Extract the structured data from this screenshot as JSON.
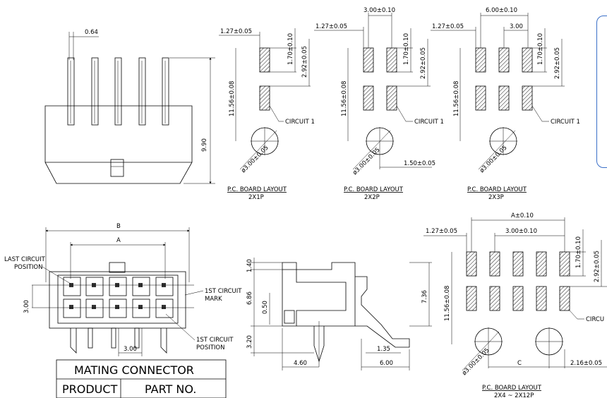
{
  "connector_side_view": {
    "pin_width": "0.64",
    "height": "9.90"
  },
  "layout_2x1": {
    "pitch_offset": "1.27±0.05",
    "pad_length": "1.70±0.10",
    "pad_span": "2.92±0.05",
    "row_to_hole": "11.56±0.08",
    "circuit_label": "CIRCUIT 1",
    "hole_dia": "ø3.00±0.05",
    "title": "P.C. BOARD LAYOUT",
    "subtitle": "2X1P"
  },
  "layout_2x2": {
    "pitch": "3.00±0.10",
    "pitch_offset": "1.27±0.05",
    "pad_length": "1.70±0.10",
    "pad_span": "2.92±0.05",
    "row_to_hole": "11.56±0.08",
    "circuit_label": "CIRCUIT 1",
    "hole_dia": "ø3.00±0.05",
    "hole_offset": "1.50±0.05",
    "title": "P.C. BOARD LAYOUT",
    "subtitle": "2X2P"
  },
  "layout_2x3": {
    "total_pitch": "6.00±0.10",
    "pitch": "3.00",
    "pitch_offset": "1.27±0.05",
    "pad_length": "1.70±0.10",
    "pad_span": "2.92±0.05",
    "row_to_hole": "11.56±0.08",
    "circuit_label": "CIRCUIT 1",
    "hole_dia": "ø3.00±0.05",
    "title": "P.C. BOARD LAYOUT",
    "subtitle": "2X3P"
  },
  "front_view": {
    "dim_b": "B",
    "dim_a": "A",
    "last_circuit_line1": "LAST CIRCUIT",
    "last_circuit_line2": "POSITION",
    "first_circuit_mark_line1": "1ST CIRCUIT",
    "first_circuit_mark_line2": "MARK",
    "first_circuit_pos_line1": "1ST CIRCUIT",
    "first_circuit_pos_line2": "POSITION",
    "row_pitch": "3.00",
    "col_pitch": "3.00"
  },
  "mating_table": {
    "title": "MATING CONNECTOR",
    "col1": "PRODUCT",
    "col2": "PART NO."
  },
  "section_view": {
    "top": "1.40",
    "body": "6.86",
    "latch": "0.50",
    "height": "7.36",
    "tail": "3.20",
    "tail_offset": "1.35",
    "peg_x": "4.60",
    "depth": "6.00"
  },
  "layout_2x4": {
    "dim_a": "A±0.10",
    "pitch_offset": "1.27±0.05",
    "pitch": "3.00±0.10",
    "pad_length": "1.70±0.10",
    "pad_span": "2.92±0.05",
    "row_to_hole": "11.56±0.08",
    "circuit_label": "CIRCU",
    "hole_dia": "ø3.00±0.05",
    "dim_c": "C",
    "edge_offset": "2.16±0.05",
    "title": "P.C. BOARD LAYOUT",
    "subtitle": "2X4 ~ 2X12P"
  }
}
